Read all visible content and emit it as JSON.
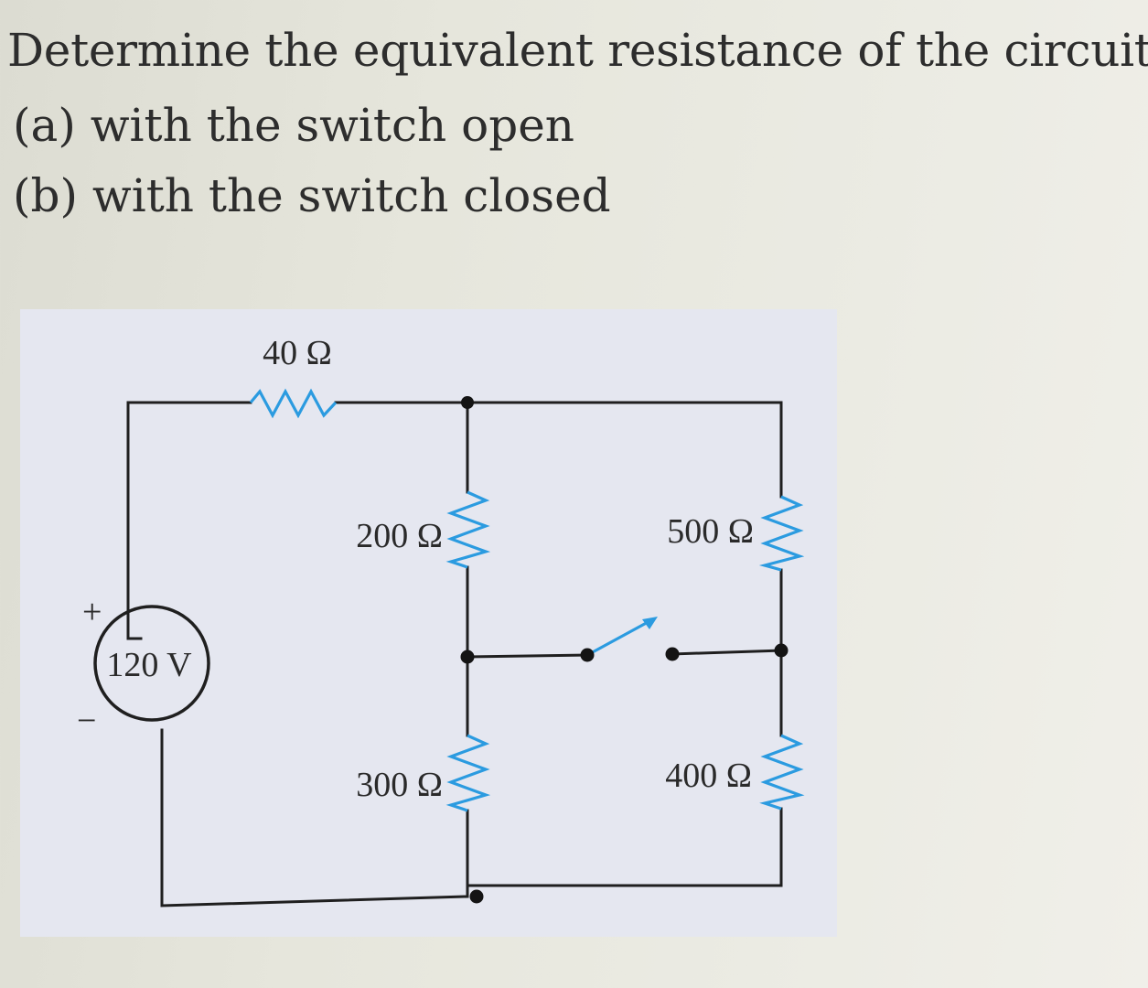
{
  "question": {
    "title": "Determine the equivalent resistance of the circuit",
    "part_a": "(a)  with the switch open",
    "part_b": "(b)  with the switch closed"
  },
  "circuit": {
    "source": {
      "label": "120 V",
      "plus": "+",
      "minus": "−"
    },
    "resistors": {
      "r40": "40 Ω",
      "r200": "200 Ω",
      "r500": "500 Ω",
      "r300": "300 Ω",
      "r400": "400 Ω"
    },
    "colors": {
      "wire": "#1f1f1f",
      "resistor": "#2b9be0",
      "panel": "#e5e7f0",
      "text": "#2d2d2d"
    }
  }
}
